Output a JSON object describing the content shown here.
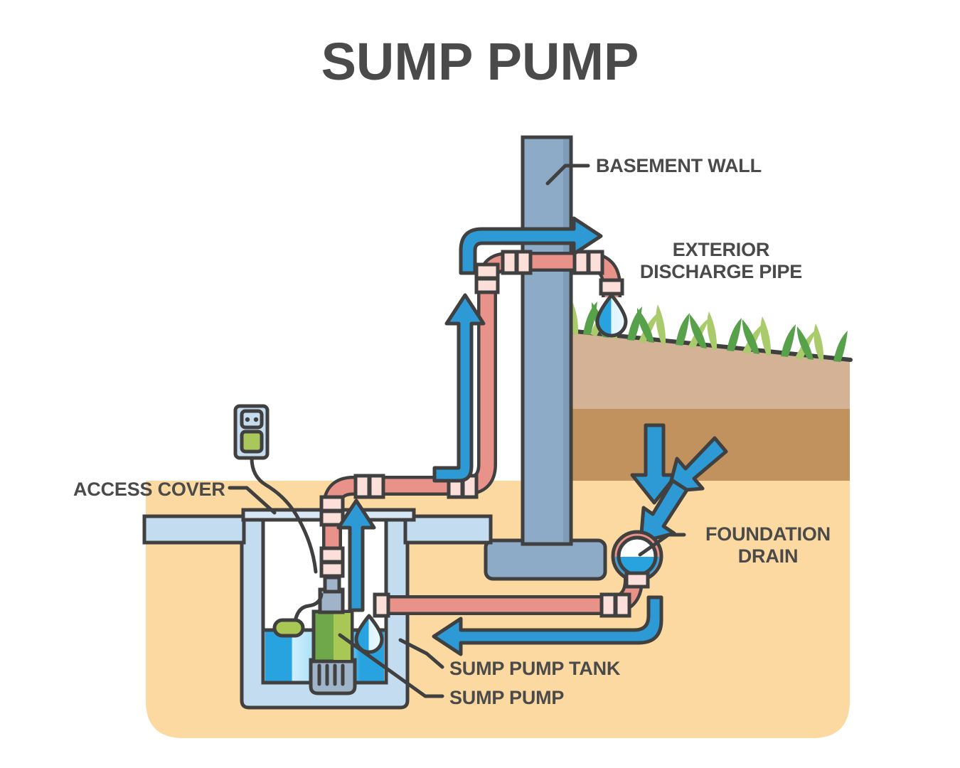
{
  "title": "SUMP PUMP",
  "labels": {
    "basement_wall": "BASEMENT WALL",
    "exterior_discharge_pipe": "EXTERIOR\nDISCHARGE PIPE",
    "foundation_drain": "FOUNDATION\nDRAIN",
    "access_cover": "ACCESS COVER",
    "sump_pump_tank": "SUMP PUMP TANK",
    "sump_pump": "SUMP PUMP"
  },
  "colors": {
    "background": "#ffffff",
    "text": "#4a4a4a",
    "outline": "#404040",
    "wall": "#8daac6",
    "wall_shade": "#7e9cba",
    "pipe": "#e8928a",
    "pipe_coupling": "#fbdfd8",
    "arrow_blue": "#2d9ad6",
    "water_blue": "#29a3e0",
    "water_light": "#cfeefc",
    "soil_top": "#d4b296",
    "soil_mid": "#c2925e",
    "soil_bottom": "#fcd9a0",
    "grass_dark": "#56a14a",
    "grass_light": "#a9cb6a",
    "tank": "#c3dcf0",
    "tank_light": "#d7e7f5",
    "pump_green_dark": "#6fa84a",
    "pump_green_light": "#a8c755",
    "pump_base": "#9fb4c9",
    "outlet_panel": "#c5dcee",
    "outlet_plug": "#aac75b"
  },
  "parts": {
    "wall": "basement-wall",
    "footing": "wall-footing",
    "discharge_pipe": "exterior-discharge-pipe",
    "drain": "foundation-drain",
    "tank": "sump-pump-tank",
    "pump": "sump-pump",
    "access_cover": "access-cover",
    "outlet": "electrical-outlet",
    "float_switch": "float-switch",
    "grass": "grass-layer",
    "soil_layers": [
      "soil-top-layer",
      "soil-middle-layer",
      "soil-bottom-layer"
    ],
    "flow_arrows": [
      "flow-arrow-exterior",
      "flow-arrow-riser",
      "flow-arrow-tank",
      "flow-arrow-inlet",
      "flow-arrow-seepage-1",
      "flow-arrow-seepage-2",
      "flow-arrow-seepage-3"
    ],
    "droplets": [
      "droplet-discharge",
      "droplet-tank"
    ]
  }
}
